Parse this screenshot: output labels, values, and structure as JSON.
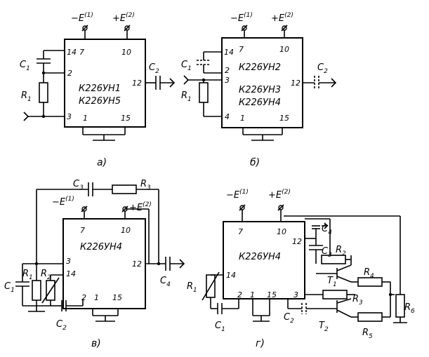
{
  "panels": {
    "a": {
      "caption": "а)",
      "chip_line1": "К226УН1",
      "chip_line2": "К226УН5",
      "pins": {
        "p14": "14",
        "p7": "7",
        "p10": "10",
        "p2": "2",
        "p12": "12",
        "p3": "3",
        "p1": "1",
        "p15": "15"
      },
      "supply_neg": "−E",
      "supply_neg_sup": "(1)",
      "supply_pos": "+E",
      "supply_pos_sup": "(2)",
      "c1": "C",
      "c1_sub": "1",
      "r1": "R",
      "r1_sub": "1",
      "c2": "C",
      "c2_sub": "2"
    },
    "b": {
      "caption": "б)",
      "chip_line1": "К226УН2",
      "chip_line2": "К226УН3",
      "chip_line3": "К226УН4",
      "pins": {
        "p14": "14",
        "p7": "7",
        "p10": "10",
        "p2": "2",
        "p3": "3",
        "p12": "12",
        "p4": "4",
        "p1": "1",
        "p15": "15"
      },
      "supply_neg": "−E",
      "supply_neg_sup": "(1)",
      "supply_pos": "+E",
      "supply_pos_sup": "(2)",
      "c1": "C",
      "c1_sub": "1",
      "r1": "R",
      "r1_sub": "1",
      "c2": "C",
      "c2_sub": "2"
    },
    "c": {
      "caption": "в)",
      "chip_line1": "К226УН4",
      "pins": {
        "p7": "7",
        "p10": "10",
        "p3": "3",
        "p14": "14",
        "p12": "12",
        "p2": "2",
        "p1": "1",
        "p15": "15"
      },
      "supply_neg": "−E",
      "supply_neg_sup": "(1)",
      "supply_pos": "+E",
      "supply_pos_sup": "(2)",
      "c1": "C",
      "c1_sub": "1",
      "c2": "C",
      "c2_sub": "2",
      "c3": "C",
      "c3_sub": "3",
      "c4": "C",
      "c4_sub": "4",
      "r1": "R",
      "r1_sub": "1",
      "r2": "R",
      "r2_sub": "2",
      "r3": "R",
      "r3_sub": "3"
    },
    "d": {
      "caption": "г)",
      "chip_line1": "К226УН4",
      "pins": {
        "p7": "7",
        "p10": "10",
        "p12": "12",
        "p14": "14",
        "p2": "2",
        "p1": "1",
        "p15": "15",
        "p3": "3"
      },
      "supply_neg": "−E",
      "supply_neg_sup": "(1)",
      "supply_pos": "+E",
      "supply_pos_sup": "(2)",
      "c1": "C",
      "c1_sub": "1",
      "c2": "C",
      "c2_sub": "2",
      "c3": "C",
      "c3_sub": "3",
      "c4": "C",
      "c4_sub": "4",
      "r1": "R",
      "r1_sub": "1",
      "r2": "R",
      "r2_sub": "2",
      "r3": "R",
      "r3_sub": "3",
      "r4": "R",
      "r4_sub": "4",
      "r5": "R",
      "r5_sub": "5",
      "r6": "R",
      "r6_sub": "6",
      "t1": "T",
      "t1_sub": "1",
      "t2": "T",
      "t2_sub": "2"
    }
  }
}
